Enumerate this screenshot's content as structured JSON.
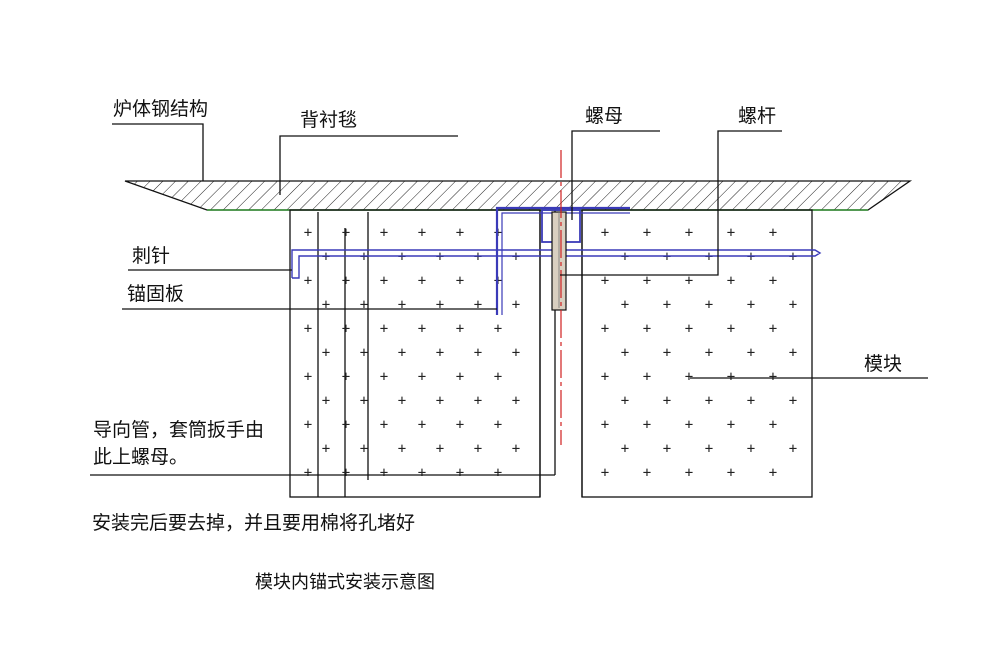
{
  "labels": {
    "furnace_steel": "炉体钢结构",
    "backing_blanket": "背衬毯",
    "nut": "螺母",
    "bolt": "螺杆",
    "needle": "刺针",
    "anchor_plate": "锚固板",
    "module": "模块",
    "guide_line1": "导向管，套筒扳手由",
    "guide_line2": "此上螺母。",
    "note": "安装完后要去掉，并且要用棉将孔堵好"
  },
  "caption": "模块内锚式安装示意图",
  "colors": {
    "line": "#111111",
    "needle": "#3a3ab8",
    "axis": "#d02020",
    "blanket_edge": "#2e8b2e",
    "bolt_fill": "#d9cfc0"
  }
}
